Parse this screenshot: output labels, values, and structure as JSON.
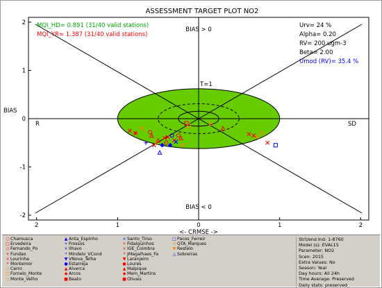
{
  "chart_data": {
    "type": "scatter",
    "title": "ASSESSMENT TARGET PLOT   NO2",
    "xlabel": "<- CRMSE ->",
    "ylabel": "BIAS",
    "xlim": [
      -2.1,
      2.1
    ],
    "ylim": [
      -2.1,
      2.1
    ],
    "x_ticks": [
      "2",
      "1",
      "0",
      "1",
      "2"
    ],
    "y_ticks": [
      "2",
      "1",
      "0",
      "-1",
      "-2"
    ],
    "region_labels": {
      "top": "BIAS > 0",
      "bottom": "BIAS < 0",
      "left": "R",
      "right": "SD",
      "unit_circle": "T=1"
    },
    "mqi_hd": "MQI_HD= 0.891  (31/40 valid stations)",
    "mqi_yr": "MQI_YR= 1.387  (31/40 valid stations)",
    "stats": {
      "urv": "Urv= 24 %",
      "alpha": "Alpha= 0.20",
      "rv": "RV= 200 ugm-3",
      "beta": "Beta= 2.00",
      "umod": "Umod (RV)= 35.4 %"
    },
    "colors": {
      "green_fill": "#66cc00",
      "mqi_hd": "#00aa00",
      "mqi_yr": "#ff0000",
      "umod": "#0000ff",
      "red": "#ff0000",
      "blue": "#0000ff",
      "orange": "#ff8000"
    },
    "points": [
      {
        "x": -0.85,
        "y": -0.25,
        "color": "#ff0000",
        "symbol": "x"
      },
      {
        "x": -0.78,
        "y": -0.3,
        "color": "#ff0000",
        "symbol": "star"
      },
      {
        "x": -0.7,
        "y": -0.2,
        "color": "#ff8000",
        "symbol": "x"
      },
      {
        "x": -0.65,
        "y": -0.5,
        "color": "#0000ff",
        "symbol": "plus"
      },
      {
        "x": -0.6,
        "y": -0.28,
        "color": "#ff0000",
        "symbol": "circle"
      },
      {
        "x": -0.58,
        "y": -0.35,
        "color": "#ff0000",
        "symbol": "triangle"
      },
      {
        "x": -0.55,
        "y": -0.55,
        "color": "#ff0000",
        "symbol": "x"
      },
      {
        "x": -0.52,
        "y": -0.5,
        "color": "#ff8000",
        "symbol": "x"
      },
      {
        "x": -0.5,
        "y": -0.45,
        "color": "#ff0000",
        "symbol": "triangle"
      },
      {
        "x": -0.48,
        "y": -0.7,
        "color": "#0000ff",
        "symbol": "triangle"
      },
      {
        "x": -0.45,
        "y": -0.55,
        "color": "#0000ff",
        "symbol": "diamond"
      },
      {
        "x": -0.42,
        "y": -0.4,
        "color": "#ff0000",
        "symbol": "x"
      },
      {
        "x": -0.4,
        "y": -0.5,
        "color": "#ff0000",
        "symbol": "circle"
      },
      {
        "x": -0.38,
        "y": -0.38,
        "color": "#ff0000",
        "symbol": "x"
      },
      {
        "x": -0.35,
        "y": -0.55,
        "color": "#0000ff",
        "symbol": "diamond"
      },
      {
        "x": -0.33,
        "y": -0.35,
        "color": "#0000ff",
        "symbol": "circle"
      },
      {
        "x": -0.3,
        "y": -0.45,
        "color": "#ff0000",
        "symbol": "x"
      },
      {
        "x": -0.28,
        "y": -0.48,
        "color": "#0000ff",
        "symbol": "x"
      },
      {
        "x": -0.25,
        "y": -0.35,
        "color": "#ff0000",
        "symbol": "circle"
      },
      {
        "x": -0.22,
        "y": -0.4,
        "color": "#ff0000",
        "symbol": "triangle"
      },
      {
        "x": -0.2,
        "y": -0.55,
        "color": "#ff8000",
        "symbol": "x"
      },
      {
        "x": -0.15,
        "y": -0.1,
        "color": "#ff0000",
        "symbol": "square"
      },
      {
        "x": -0.12,
        "y": -0.15,
        "color": "#ff8000",
        "symbol": "square"
      },
      {
        "x": 0.15,
        "y": -0.1,
        "color": "#ff8000",
        "symbol": "triangle"
      },
      {
        "x": 0.3,
        "y": -0.2,
        "color": "#ff0000",
        "symbol": "triangle"
      },
      {
        "x": 0.68,
        "y": -0.35,
        "color": "#ff0000",
        "symbol": "x"
      },
      {
        "x": 0.72,
        "y": -0.38,
        "color": "#ff8000",
        "symbol": "x"
      },
      {
        "x": 0.78,
        "y": -0.3,
        "color": "#ff8000",
        "symbol": "circle"
      },
      {
        "x": 0.85,
        "y": -0.5,
        "color": "#ff0000",
        "symbol": "x"
      },
      {
        "x": 0.95,
        "y": -0.55,
        "color": "#0000ff",
        "symbol": "square"
      },
      {
        "x": 0.62,
        "y": -0.32,
        "color": "#ff0000",
        "symbol": "x"
      }
    ]
  },
  "legend": {
    "columns": [
      {
        "items": [
          {
            "name": "Chamusca",
            "color": "#ff0000",
            "glyph": "○"
          },
          {
            "name": "Ervedeira",
            "color": "#ff0000",
            "glyph": "□"
          },
          {
            "name": "Fernando_Po",
            "color": "#ff0000",
            "glyph": "◇"
          },
          {
            "name": "Fundao",
            "color": "#ff0000",
            "glyph": "+"
          },
          {
            "name": "Lourinha",
            "color": "#ff0000",
            "glyph": "×"
          },
          {
            "name": "Montemor",
            "color": "#ff0000",
            "glyph": "*"
          },
          {
            "name": "Cerro",
            "color": "#ff8000",
            "glyph": "○"
          },
          {
            "name": "Fornelo_Monte",
            "color": "#ff8000",
            "glyph": "□"
          },
          {
            "name": "Monte_Velho",
            "color": "#ff8000",
            "glyph": "◇"
          }
        ]
      },
      {
        "items": [
          {
            "name": "Anta_Espinho",
            "color": "#0000ff",
            "glyph": "▲"
          },
          {
            "name": "Frossos",
            "color": "#0000ff",
            "glyph": "+"
          },
          {
            "name": "Ilhavo",
            "color": "#0000ff",
            "glyph": "×"
          },
          {
            "name": "Mindelo_VCond",
            "color": "#0000ff",
            "glyph": "*"
          },
          {
            "name": "VNova_Telha",
            "color": "#0000ff",
            "glyph": "▼"
          },
          {
            "name": "Estarreja",
            "color": "#0000ff",
            "glyph": "●"
          },
          {
            "name": "Alverca",
            "color": "#ff0000",
            "glyph": "▲"
          },
          {
            "name": "Arcos",
            "color": "#ff0000",
            "glyph": "◆"
          },
          {
            "name": "Beato",
            "color": "#ff0000",
            "glyph": "■"
          }
        ]
      },
      {
        "items": [
          {
            "name": "Santo_Tirso",
            "color": "#0000ff",
            "glyph": "×"
          },
          {
            "name": "Fidalguinhos",
            "color": "#ff0000",
            "glyph": "+"
          },
          {
            "name": "IGE_Coimbra",
            "color": "#ff0000",
            "glyph": "×"
          },
          {
            "name": "JMagalhaes_Fa",
            "color": "#ff0000",
            "glyph": "*"
          },
          {
            "name": "Laranjeiro",
            "color": "#ff0000",
            "glyph": "▼"
          },
          {
            "name": "Loures",
            "color": "#ff0000",
            "glyph": "●"
          },
          {
            "name": "Malpique",
            "color": "#ff0000",
            "glyph": "▲"
          },
          {
            "name": "Mem_Martins",
            "color": "#ff0000",
            "glyph": "◆"
          },
          {
            "name": "Olivais",
            "color": "#ff0000",
            "glyph": "■"
          }
        ]
      },
      {
        "items": [
          {
            "name": "Pacos_Ferreir",
            "color": "#0000ff",
            "glyph": "□"
          },
          {
            "name": "QTA_Marques",
            "color": "#ff8000",
            "glyph": "×"
          },
          {
            "name": "Restelo",
            "color": "#ff8000",
            "glyph": "▼"
          },
          {
            "name": "Sobreiras",
            "color": "#0000ff",
            "glyph": "△"
          }
        ]
      }
    ]
  },
  "info": [
    "Strt/end Ind: 1-8760",
    "Model (s): EVAL15",
    "Parameter: NO2",
    "Scen: 2015",
    "Extra Values: No",
    "Season: Year",
    "Day hours: All 24h",
    "Time Average: Preserved",
    "Daily stats: preserved"
  ]
}
